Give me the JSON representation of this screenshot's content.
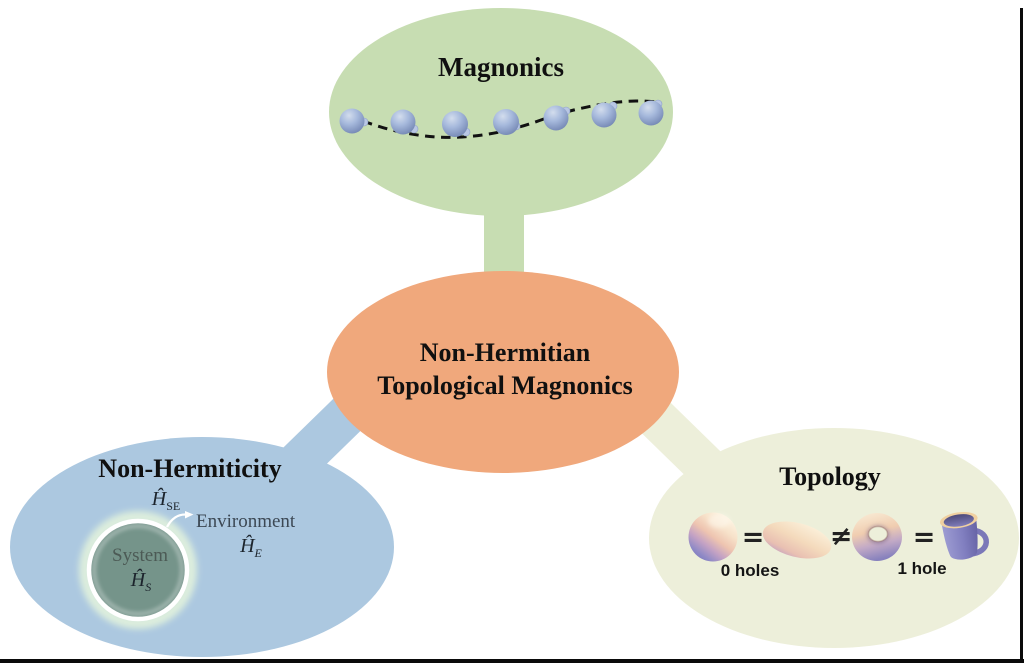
{
  "magnonics": {
    "title": "Magnonics"
  },
  "center": {
    "line1": "Non-Hermitian",
    "line2": "Topological Magnonics"
  },
  "non_hermiticity": {
    "title": "Non-Hermiticity",
    "h_se": {
      "base": "Ĥ",
      "sub": "SE"
    },
    "environment_label": "Environment",
    "h_e": {
      "base": "Ĥ",
      "sub": "E"
    },
    "system_label": "System",
    "h_s": {
      "base": "Ĥ",
      "sub": "S"
    }
  },
  "topology": {
    "title": "Topology",
    "equals_1": "=",
    "not_equals": "≠",
    "equals_2": "=",
    "zero_holes_label": "0 holes",
    "one_hole_label": "1 hole"
  },
  "colors": {
    "magnonics_green": "#c7ddb2",
    "center_orange": "#f0a87c",
    "non_hermiticity_blue": "#acc8e0",
    "topology_cream": "#edefda",
    "system_teal": "#75948a",
    "magnon_sphere_blue": "#a6b9dc"
  }
}
